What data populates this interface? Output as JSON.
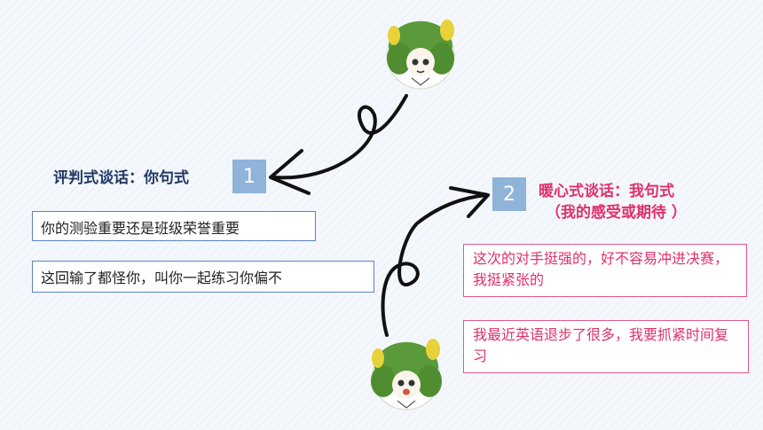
{
  "left": {
    "heading": "评判式谈话：你句式",
    "number": "1",
    "examples": [
      "你的测验重要还是班级荣誉重要",
      "这回输了都怪你，叫你一起练习你偏不"
    ]
  },
  "right": {
    "heading_line1": "暖心式谈话：我句式",
    "heading_line2": "（我的感受或期待 ）",
    "number": "2",
    "examples": [
      "这次的对手挺强的，好不容易冲进决赛，我挺紧张的",
      "我最近英语退步了很多，我要抓紧时间复习"
    ]
  },
  "colors": {
    "left_heading": "#1f3864",
    "right_text": "#e0306a",
    "number_box": "#8fb3d9",
    "left_border": "#5b83c2",
    "right_border": "#e05a8a"
  }
}
